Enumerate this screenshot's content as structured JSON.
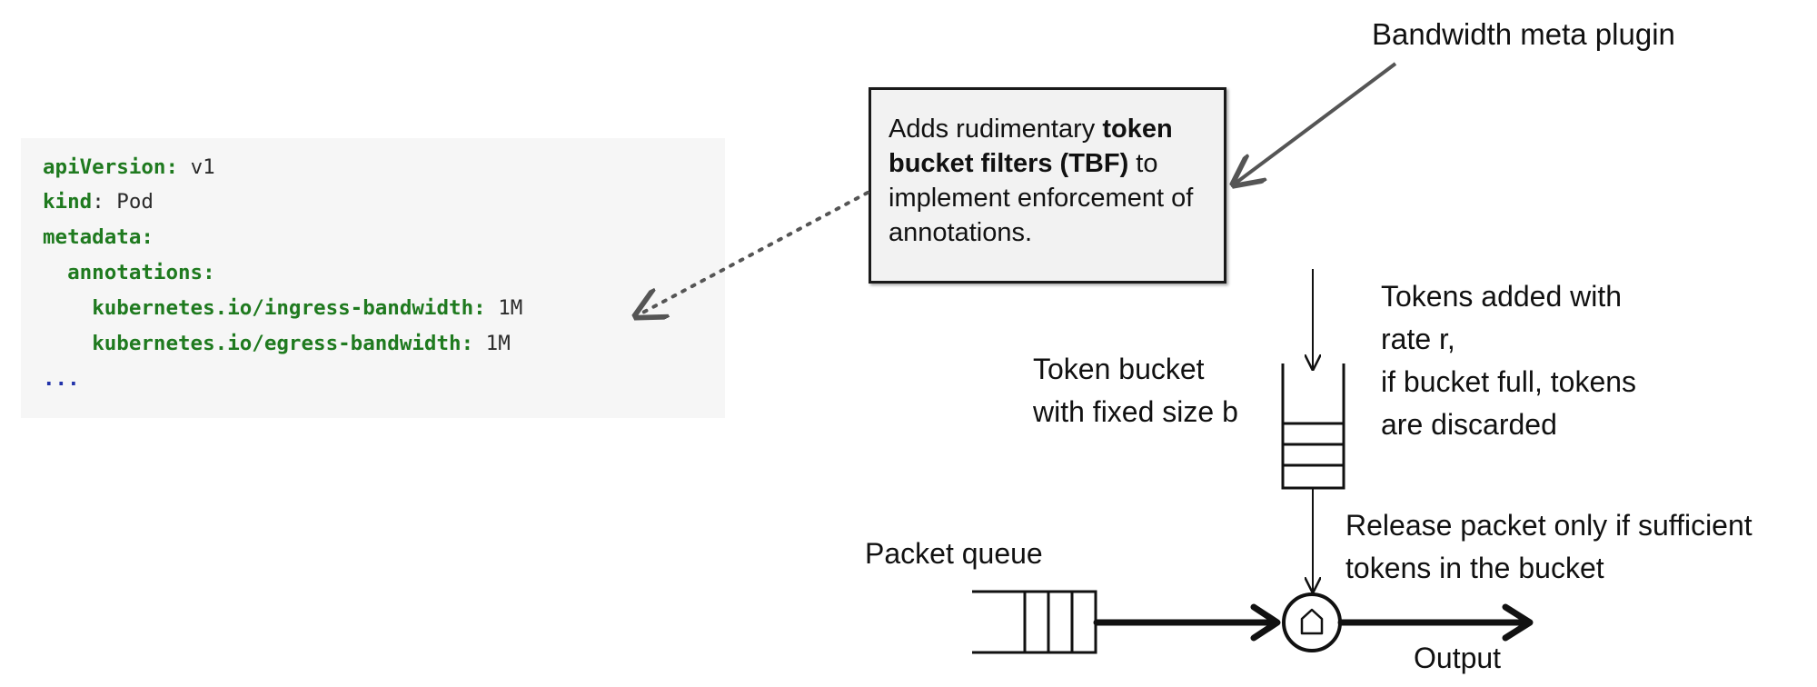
{
  "plugin_label": "Bandwidth meta plugin",
  "callout": {
    "text_before": "Adds rudimentary ",
    "text_bold": "token bucket filters (TBF)",
    "text_after": " to implement enforcement of annotations."
  },
  "code_lines": [
    {
      "indent": "",
      "key": "apiVersion",
      "value": "v1"
    },
    {
      "indent": "",
      "key": "kind",
      "value": "Pod"
    },
    {
      "indent": "",
      "key": "metadata",
      "value": ""
    },
    {
      "indent": "  ",
      "key": "annotations",
      "value": ""
    },
    {
      "indent": "    ",
      "key": "kubernetes.io/ingress-bandwidth",
      "value": "1M"
    },
    {
      "indent": "    ",
      "key": "kubernetes.io/egress-bandwidth",
      "value": "1M"
    }
  ],
  "code_ellipsis": "...",
  "tokens_note": {
    "line1": "Tokens added with",
    "line2": "rate r,",
    "line3": "if bucket full, tokens",
    "line4": "are discarded"
  },
  "bucket_label": {
    "line1": "Token bucket",
    "line2": "with fixed size b"
  },
  "release_note": {
    "line1": "Release packet only if sufficient",
    "line2": "tokens in the bucket"
  },
  "packet_queue_label": "Packet queue",
  "output_label": "Output"
}
